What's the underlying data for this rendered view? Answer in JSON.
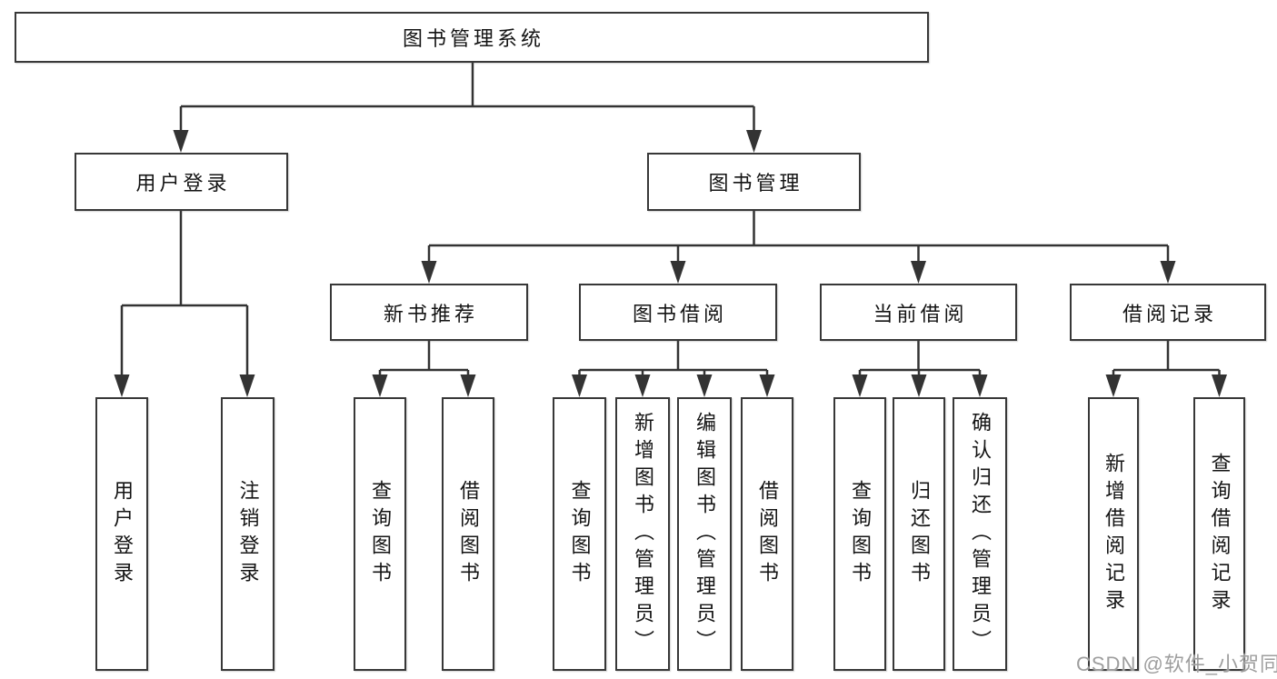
{
  "diagram": {
    "root": {
      "label": "图书管理系统"
    },
    "branches": [
      {
        "label": "用户登录",
        "children": [
          {
            "label": "用户登录"
          },
          {
            "label": "注销登录"
          }
        ]
      },
      {
        "label": "图书管理",
        "children": [
          {
            "label": "新书推荐",
            "children": [
              {
                "label": "查询图书"
              },
              {
                "label": "借阅图书"
              }
            ]
          },
          {
            "label": "图书借阅",
            "children": [
              {
                "label": "查询图书"
              },
              {
                "label": "新增图书（管理员）"
              },
              {
                "label": "编辑图书（管理员）"
              },
              {
                "label": "借阅图书"
              }
            ]
          },
          {
            "label": "当前借阅",
            "children": [
              {
                "label": "查询图书"
              },
              {
                "label": "归还图书"
              },
              {
                "label": "确认归还（管理员）"
              }
            ]
          },
          {
            "label": "借阅记录",
            "children": [
              {
                "label": "新增借阅记录"
              },
              {
                "label": "查询借阅记录"
              }
            ]
          }
        ]
      }
    ],
    "watermark": "CSDN @软件_小贺同学",
    "colors": {
      "line": "#333333",
      "box_border": "#383838",
      "text": "#141414",
      "watermark": "#9e9e9e",
      "background": "#ffffff"
    }
  }
}
